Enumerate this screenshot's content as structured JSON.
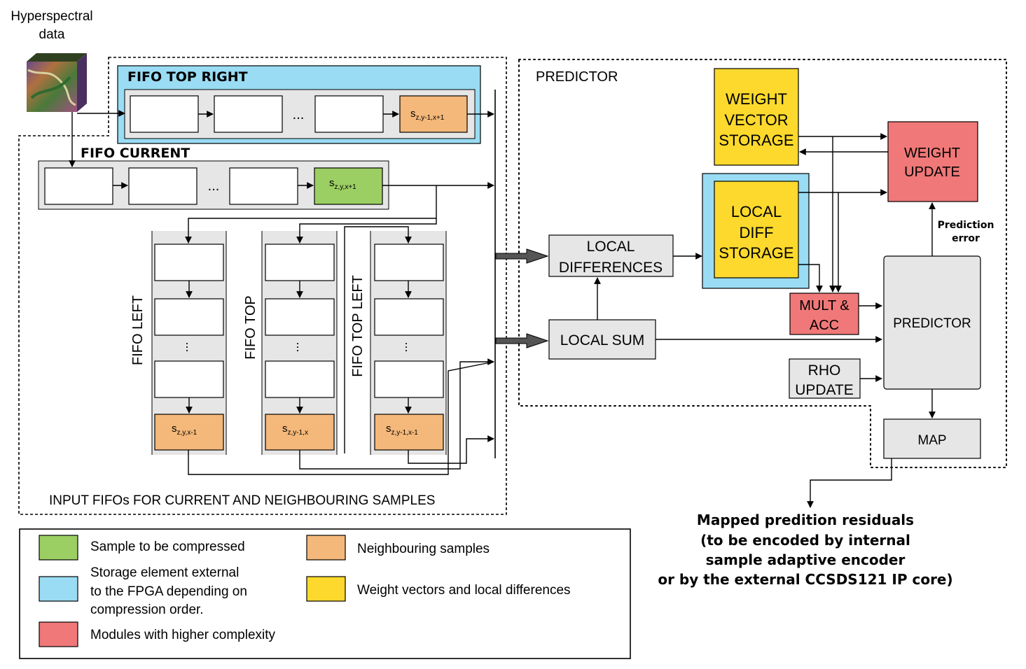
{
  "input": {
    "title_line1": "Hyperspectral",
    "title_line2": "data"
  },
  "fifos": {
    "top_right": {
      "label": "FIFO TOP RIGHT",
      "ellipsis": "...",
      "cell_base": "s",
      "cell_sub": "z,y-1,x+1"
    },
    "current": {
      "label": "FIFO CURRENT",
      "ellipsis": "...",
      "cell_base": "s",
      "cell_sub": "z,y,x+1"
    },
    "left": {
      "label": "FIFO LEFT",
      "cell_base": "s",
      "cell_sub": "z,y,x-1"
    },
    "top": {
      "label": "FIFO TOP",
      "cell_base": "s",
      "cell_sub": "z,y-1,x"
    },
    "top_left": {
      "label": "FIFO TOP LEFT",
      "cell_base": "s",
      "cell_sub": "z,y-1,x-1"
    },
    "group_label": "INPUT FIFOs  FOR CURRENT AND NEIGHBOURING SAMPLES"
  },
  "predictor": {
    "region_label": "PREDICTOR",
    "local_differences": [
      "LOCAL",
      "DIFFERENCES"
    ],
    "local_sum": "LOCAL SUM",
    "weight_vector_storage": [
      "WEIGHT",
      "VECTOR",
      "STORAGE"
    ],
    "local_diff_storage": [
      "LOCAL",
      "DIFF",
      "STORAGE"
    ],
    "weight_update": [
      "WEIGHT",
      "UPDATE"
    ],
    "mult_acc": [
      "MULT &",
      "ACC"
    ],
    "predictor_block": "PREDICTOR",
    "rho_update": [
      "RHO",
      "UPDATE"
    ],
    "map": "MAP",
    "prediction_error": [
      "Prediction",
      "error"
    ]
  },
  "output": {
    "lines": [
      "Mapped predition residuals",
      "(to be encoded by internal",
      "sample adaptive encoder",
      "or by the external CCSDS121 IP core)"
    ]
  },
  "legend": {
    "items": [
      {
        "color": "#9ccf63",
        "lines": [
          "Sample to be compressed"
        ]
      },
      {
        "color": "#99dcf4",
        "lines": [
          "Storage element external",
          "to the FPGA depending on",
          "compression order."
        ]
      },
      {
        "color": "#f07878",
        "lines": [
          "Modules with higher complexity"
        ]
      },
      {
        "color": "#f4b87a",
        "lines": [
          "Neighbouring samples"
        ]
      },
      {
        "color": "#fcd92c",
        "lines": [
          "Weight vectors and local differences"
        ]
      }
    ]
  },
  "colors": {
    "green": "#9ccf63",
    "blue": "#99dcf4",
    "red": "#f07878",
    "orange": "#f4b87a",
    "yellow": "#fcd92c",
    "gray": "#e6e6e6"
  }
}
